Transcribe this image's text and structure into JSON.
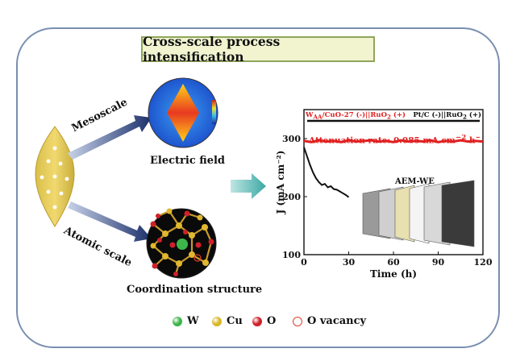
{
  "title": "Cross-scale process intensification",
  "labels": {
    "mesoscale": "Mesoscale",
    "atomic_scale": "Atomic scale",
    "electric_field": "Electric field",
    "coordination_structure": "Coordination structure",
    "aem_we": "AEM-WE"
  },
  "legend": [
    {
      "name": "W",
      "color": "#3db54a"
    },
    {
      "name": "Cu",
      "color": "#d8b82a"
    },
    {
      "name": "O",
      "color": "#d0202a"
    },
    {
      "name": "O vacancy",
      "color": "#e0402a",
      "hollow": true
    }
  ],
  "chart_data": {
    "type": "line",
    "xlabel": "Time (h)",
    "ylabel": "J (mA cm⁻²)",
    "xlim": [
      0,
      120
    ],
    "ylim": [
      100,
      350
    ],
    "xticks": [
      0,
      30,
      60,
      90,
      120
    ],
    "yticks": [
      100,
      200,
      300
    ],
    "legend": {
      "red_label": "W<sub>AA</sub>/CuO-27 (-)||RuO<sub>2</sub> (+)",
      "black_label": "Pt/C (-)||RuO<sub>2</sub> (+)"
    },
    "annotation": "Attenuation rate: 0.085 mA cm<sup>−2</sup> h<sup>−1</sup>",
    "series": [
      {
        "name": "W_AA/CuO-27 (-)||RuO2 (+)",
        "color": "#e02020",
        "x": [
          0,
          5,
          10,
          15,
          20,
          25,
          30,
          35,
          40,
          45,
          50,
          55,
          60,
          65,
          70,
          75,
          80,
          85,
          90,
          95,
          100,
          105,
          110,
          115,
          120
        ],
        "y": [
          296,
          294,
          297,
          295,
          296,
          294,
          297,
          295,
          296,
          297,
          295,
          296,
          294,
          297,
          295,
          296,
          295,
          297,
          294,
          296,
          295,
          297,
          295,
          296,
          295
        ]
      },
      {
        "name": "Pt/C (-)||RuO2 (+)",
        "color": "#111111",
        "x": [
          0,
          2,
          4,
          6,
          8,
          10,
          12,
          14,
          16,
          18,
          20,
          22,
          24,
          26,
          28,
          30
        ],
        "y": [
          285,
          270,
          255,
          242,
          232,
          225,
          220,
          222,
          216,
          218,
          213,
          212,
          209,
          206,
          203,
          199
        ]
      }
    ]
  }
}
